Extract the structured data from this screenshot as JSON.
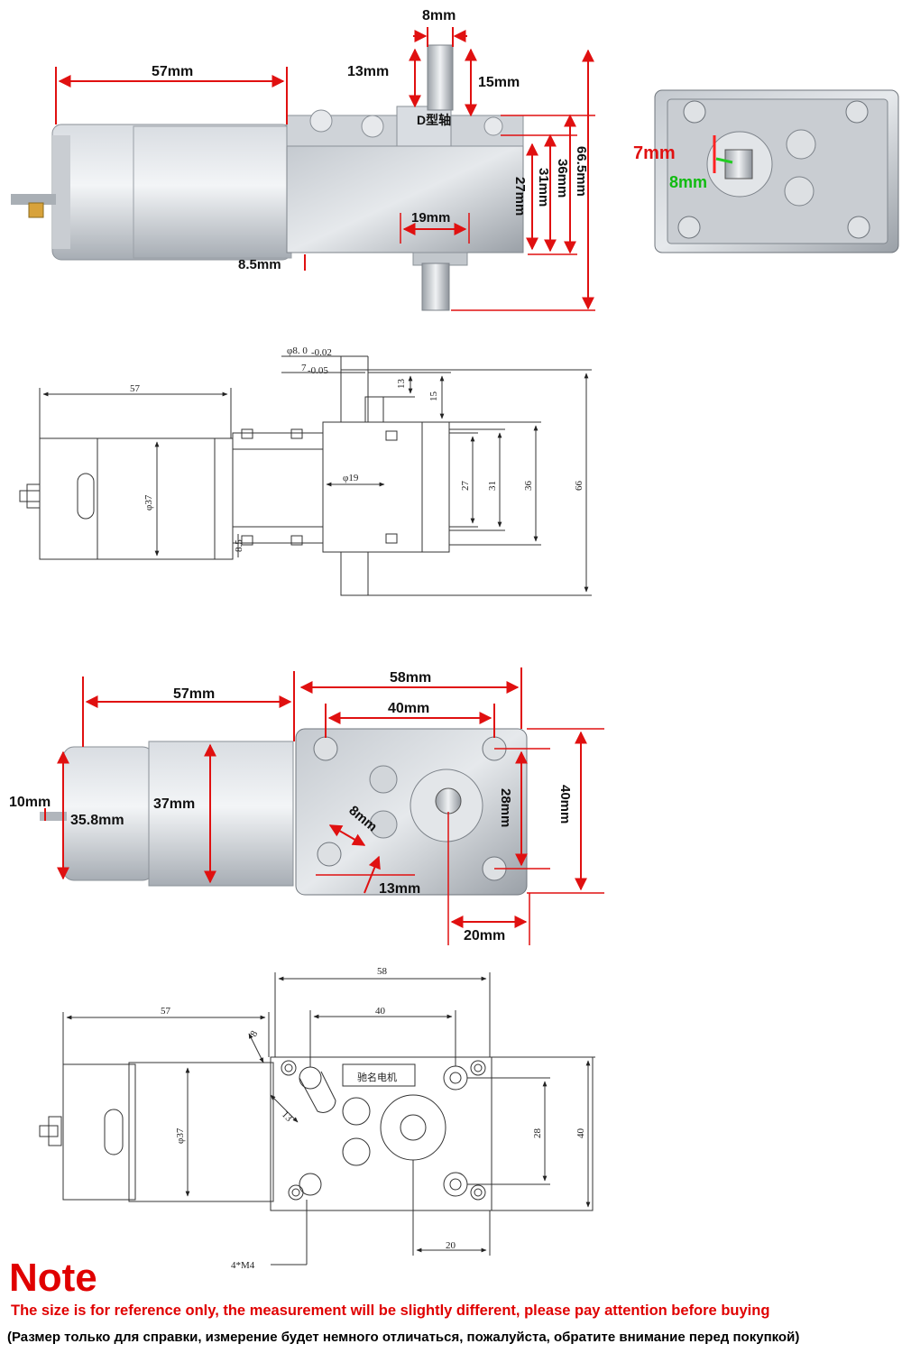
{
  "photo_top": {
    "dims": {
      "shaft_width": "8mm",
      "shaft_top": "13mm",
      "shaft_15": "15mm",
      "body_len": "57mm",
      "shaft_type": "D型轴",
      "h27": "27mm",
      "h31": "31mm",
      "h36": "36mm",
      "h665": "66.5mm",
      "w19": "19mm",
      "h85": "8.5mm"
    }
  },
  "photo_right": {
    "dims": {
      "d7": "7mm",
      "d8": "8mm"
    }
  },
  "drawing_side": {
    "dims": {
      "len57": "57",
      "shaft_d": "φ8. 0",
      "shaft_tol": "-0.02",
      "flat": "7",
      "flat_tol": "-0.05",
      "d13": "13",
      "d15": "15",
      "dia37": "φ37",
      "dia19": "φ19",
      "v27": "27",
      "v31": "31",
      "v36": "36",
      "v66": "66",
      "v85": "8.5"
    }
  },
  "photo_front": {
    "dims": {
      "w58": "58mm",
      "w57": "57mm",
      "w40": "40mm",
      "d37": "37mm",
      "d358": "35.8mm",
      "d10": "10mm",
      "h28": "28mm",
      "h40": "40mm",
      "s8": "8mm",
      "s13": "13mm",
      "w20": "20mm"
    }
  },
  "drawing_front": {
    "dims": {
      "w58": "58",
      "w57": "57",
      "w40": "40",
      "s8": "8",
      "s13": "13",
      "dia37": "φ37",
      "h28": "28",
      "h40": "40",
      "w20": "20",
      "holes": "4*M4",
      "brand": "驰名电机"
    }
  },
  "note": {
    "title": "Note",
    "english": "The size is for reference only, the measurement will be slightly different, please pay attention before buying",
    "russian": "(Размер только для справки, измерение будет немного отличаться, пожалуйста, обратите внимание перед покупкой)"
  }
}
